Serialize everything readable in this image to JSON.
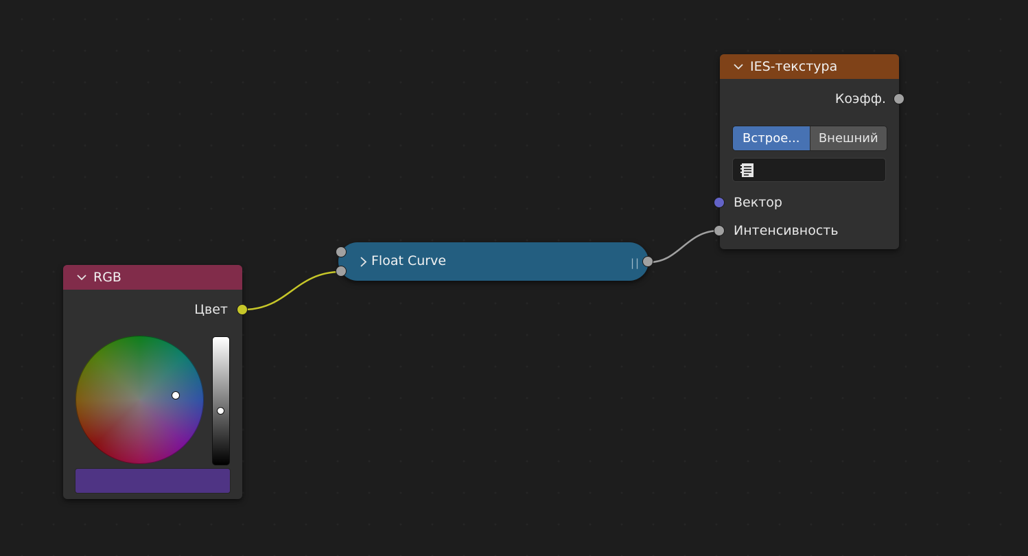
{
  "nodes": {
    "rgb": {
      "title": "RGB",
      "header_color": "#812c4a",
      "output_label": "Цвет",
      "output_socket_color": "#c7c729",
      "swatch_color": "#4f3484",
      "color_value": 0.45
    },
    "float_curve": {
      "title": "Float Curve",
      "collapsed": true,
      "color": "#235e80"
    },
    "ies_texture": {
      "title": "IES-текстура",
      "header_color": "#7f4218",
      "output_label": "Коэфф.",
      "mode_options": [
        "Встрое...",
        "Внешний"
      ],
      "selected_mode": "Встрое...",
      "text_field_icon": "text-datablock-icon",
      "inputs": [
        {
          "label": "Вектор",
          "socket_color": "#6363c7"
        },
        {
          "label": "Интенсивность",
          "socket_color": "#a1a1a1"
        }
      ]
    }
  },
  "links": [
    {
      "from": "RGB.Цвет",
      "to": "Float Curve",
      "color": "#c7c729"
    },
    {
      "from": "Float Curve",
      "to": "IES-текстура.Интенсивность",
      "color": "#a1a1a1"
    }
  ]
}
